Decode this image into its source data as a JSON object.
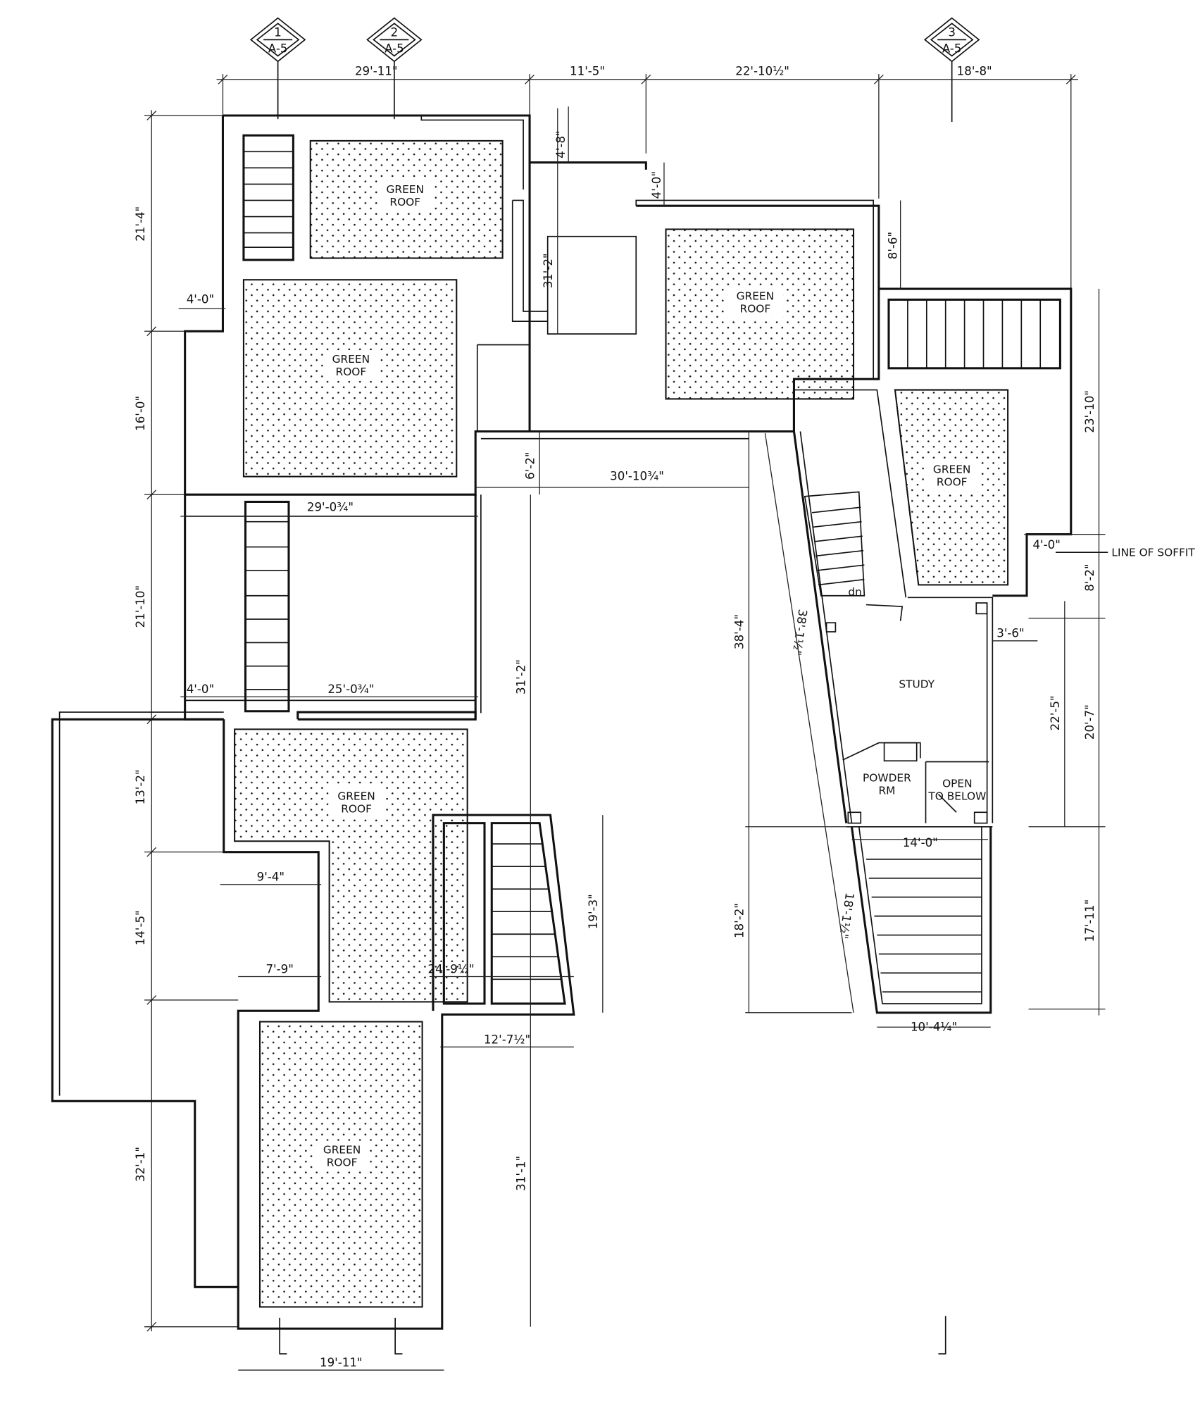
{
  "section_markers": [
    {
      "number": "1",
      "sheet": "A-5"
    },
    {
      "number": "2",
      "sheet": "A-5"
    },
    {
      "number": "3",
      "sheet": "A-5"
    }
  ],
  "labels": {
    "green_roof_line1": "GREEN",
    "green_roof_line2": "ROOF",
    "study": "STUDY",
    "powder_line1": "POWDER",
    "powder_line2": "RM",
    "open_line1": "OPEN",
    "open_line2": "TO BELOW",
    "soffit": "LINE OF SOFFIT",
    "stair_dn": "dn"
  },
  "dimensions": {
    "top_1": "29'-11\"",
    "top_2": "11'-5\"",
    "top_3": "22'-10½\"",
    "top_4": "18'-8\"",
    "left_1": "21'-4\"",
    "left_2": "16'-0\"",
    "left_3": "21'-10\"",
    "left_4": "13'-2\"",
    "left_5": "14'-5\"",
    "left_6": "32'-1\"",
    "w_4_0_a": "4'-0\"",
    "w_4_0_b": "4'-0\"",
    "w_4_0_c": "4'-0\"",
    "w_4_0_soffit": "4'-0\"",
    "h_4_8": "4'-8\"",
    "h_31_2_a": "31'-2\"",
    "h_31_2_b": "31'-2\"",
    "h_8_6": "8'-6\"",
    "h_23_10": "23'-10\"",
    "h_6_2": "6'-2\"",
    "w_30_10": "30'-10¾\"",
    "w_29_0": "29'-0¾\"",
    "w_25_0": "25'-0¾\"",
    "h_8_2": "8'-2\"",
    "h_38_4": "38'-4\"",
    "h_38_1": "38'-1½\"",
    "w_3_6": "3'-6\"",
    "h_22_5": "22'-5\"",
    "h_20_7": "20'-7\"",
    "w_14_0": "14'-0\"",
    "h_17_11": "17'-11\"",
    "h_18_2": "18'-2\"",
    "h_18_1": "18'-1½\"",
    "w_10_4": "10'-4¼\"",
    "w_9_4": "9'-4\"",
    "w_7_9": "7'-9\"",
    "w_24_9": "24'-9½\"",
    "h_19_3": "19'-3\"",
    "w_12_7": "12'-7½\"",
    "h_31_1": "31'-1\"",
    "w_19_11": "19'-11\""
  }
}
